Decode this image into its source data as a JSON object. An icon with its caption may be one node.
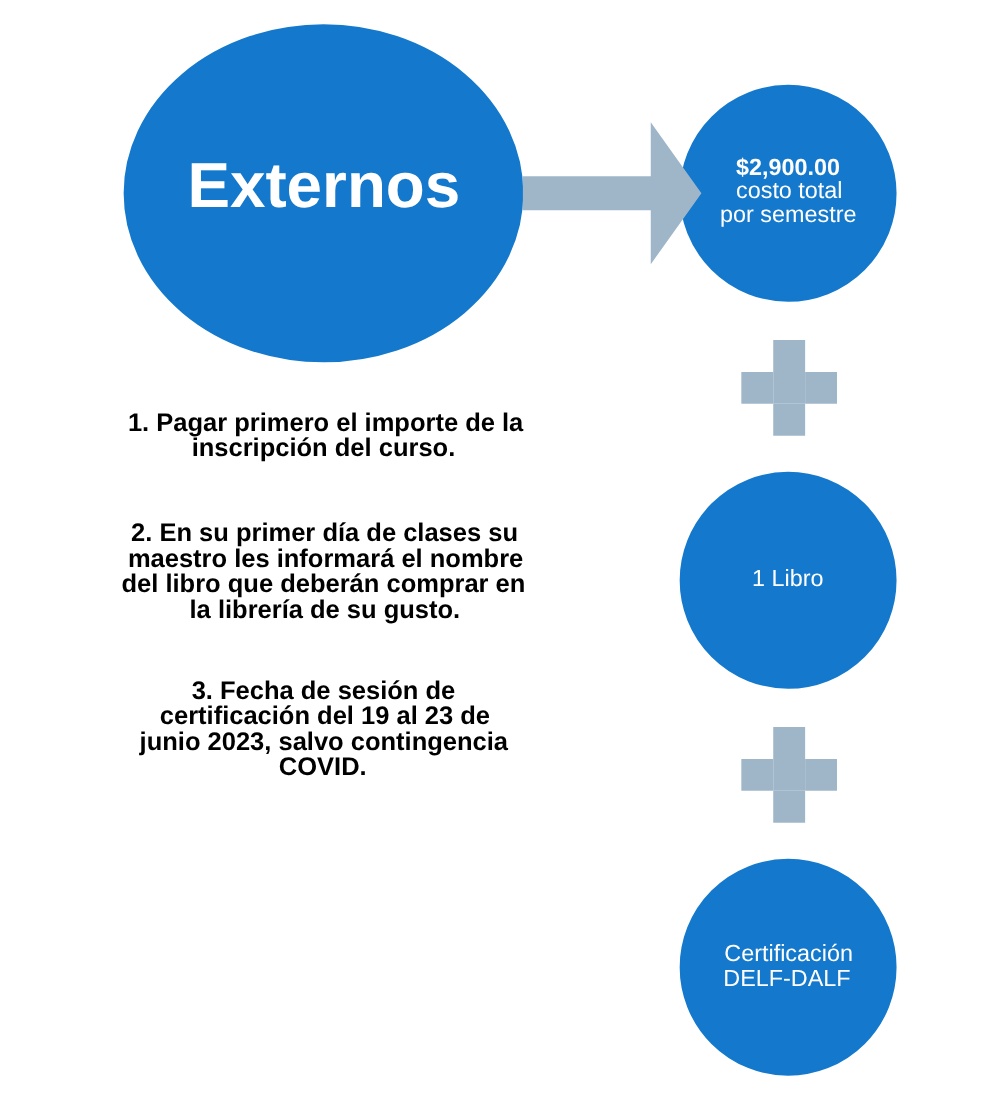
{
  "diagram": {
    "nodes": [
      {
        "text": [
          "Externos"
        ]
      },
      {
        "text": [
          "$2,900.00",
          "costo total por semestre"
        ]
      },
      {
        "text": [],
        "shape": "plus"
      },
      {
        "text": [
          "1 Libro"
        ]
      },
      {
        "text": [],
        "shape": "plus"
      },
      {
        "text": [
          "Certificación DELF-DALF"
        ]
      }
    ],
    "edges": [
      {
        "from": 0,
        "to": 1,
        "arrow": "to"
      }
    ],
    "labels": [
      "1. Pagar primero el importe de la inscripción del curso.",
      "2. En su primer día de clases su maestro les informará el nombre del libro que deberán comprar en la librería de su gusto.",
      "3. Fecha de sesión de certificación del 19 al 23 de junio 2023, salvo contingencia COVID."
    ]
  }
}
